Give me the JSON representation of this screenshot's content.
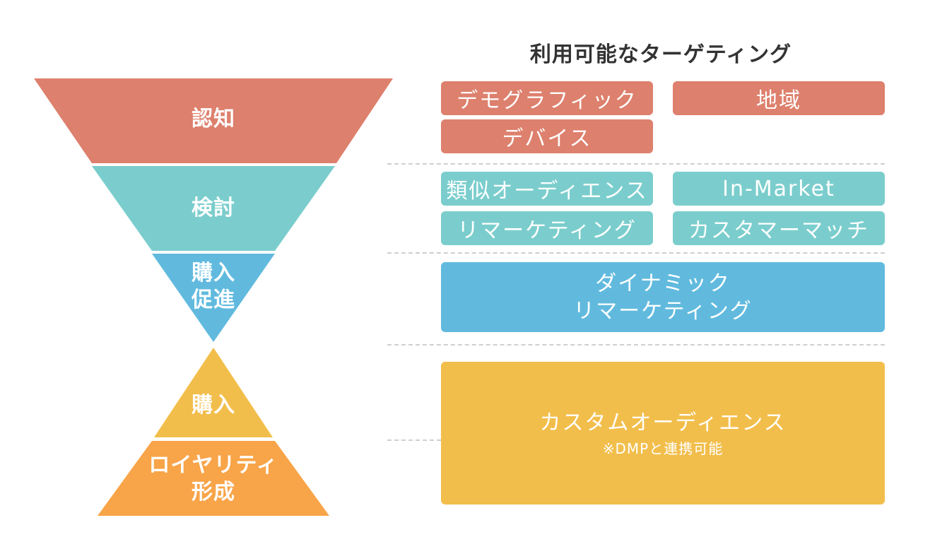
{
  "heading": "利用可能なターゲティング",
  "stages": {
    "awareness": "認知",
    "consideration": "検討",
    "purchase_promotion_l1": "購入",
    "purchase_promotion_l2": "促進",
    "purchase": "購入",
    "loyalty_l1": "ロイヤリティ",
    "loyalty_l2": "形成"
  },
  "targeting": {
    "demographic": "デモグラフィック",
    "region": "地域",
    "device": "デバイス",
    "similar_audience": "類似オーディエンス",
    "in_market": "In-Market",
    "remarketing": "リマーケティング",
    "customer_match": "カスタマーマッチ",
    "dynamic_l1": "ダイナミック",
    "dynamic_l2": "リマーケティング",
    "custom_audience": "カスタムオーディエンス",
    "custom_audience_note": "※DMPと連携可能"
  },
  "colors": {
    "awareness": "#dd806d",
    "consideration": "#7bcdcd",
    "purchase_promotion": "#61bade",
    "purchase": "#f2be4b",
    "loyalty": "#f8a448",
    "divider": "#cfcfcf",
    "heading_text": "#333333"
  }
}
